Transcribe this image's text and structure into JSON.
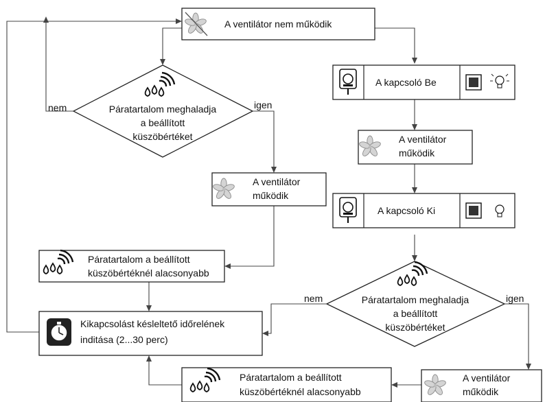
{
  "nodes": {
    "start": "A ventilátor nem működik",
    "switch_on": "A kapcsoló Be",
    "fan_running_1": [
      "A ventilátor",
      "működik"
    ],
    "switch_off": "A kapcsoló Ki",
    "decision_left": [
      "Páratartalom meghaladja",
      "a beállított",
      "küszöbértéket"
    ],
    "fan_running_2": [
      "A ventilátor",
      "működik"
    ],
    "humidity_low_1": [
      "Páratartalom a beállított",
      "küszöbértéknél alacsonyabb"
    ],
    "timer": [
      "Kikapcsolást késleltető időrelének",
      "inditása (2...30 perc)"
    ],
    "decision_right": [
      "Páratartalom meghaladja",
      "a beállított",
      "küszöbértéket"
    ],
    "humidity_low_2": [
      "Páratartalom a beállított",
      "küszöbértéknél alacsonyabb"
    ],
    "fan_running_3": [
      "A ventilátor",
      "működik"
    ]
  },
  "edges": {
    "yes": "igen",
    "no": "nem"
  },
  "icons": {
    "fan": "fan-icon",
    "humidity": "humidity-icon",
    "switch_device": "switch-device-icon",
    "wall_switch": "wall-switch-icon",
    "bulb": "light-bulb-icon",
    "timer": "stopwatch-icon"
  }
}
